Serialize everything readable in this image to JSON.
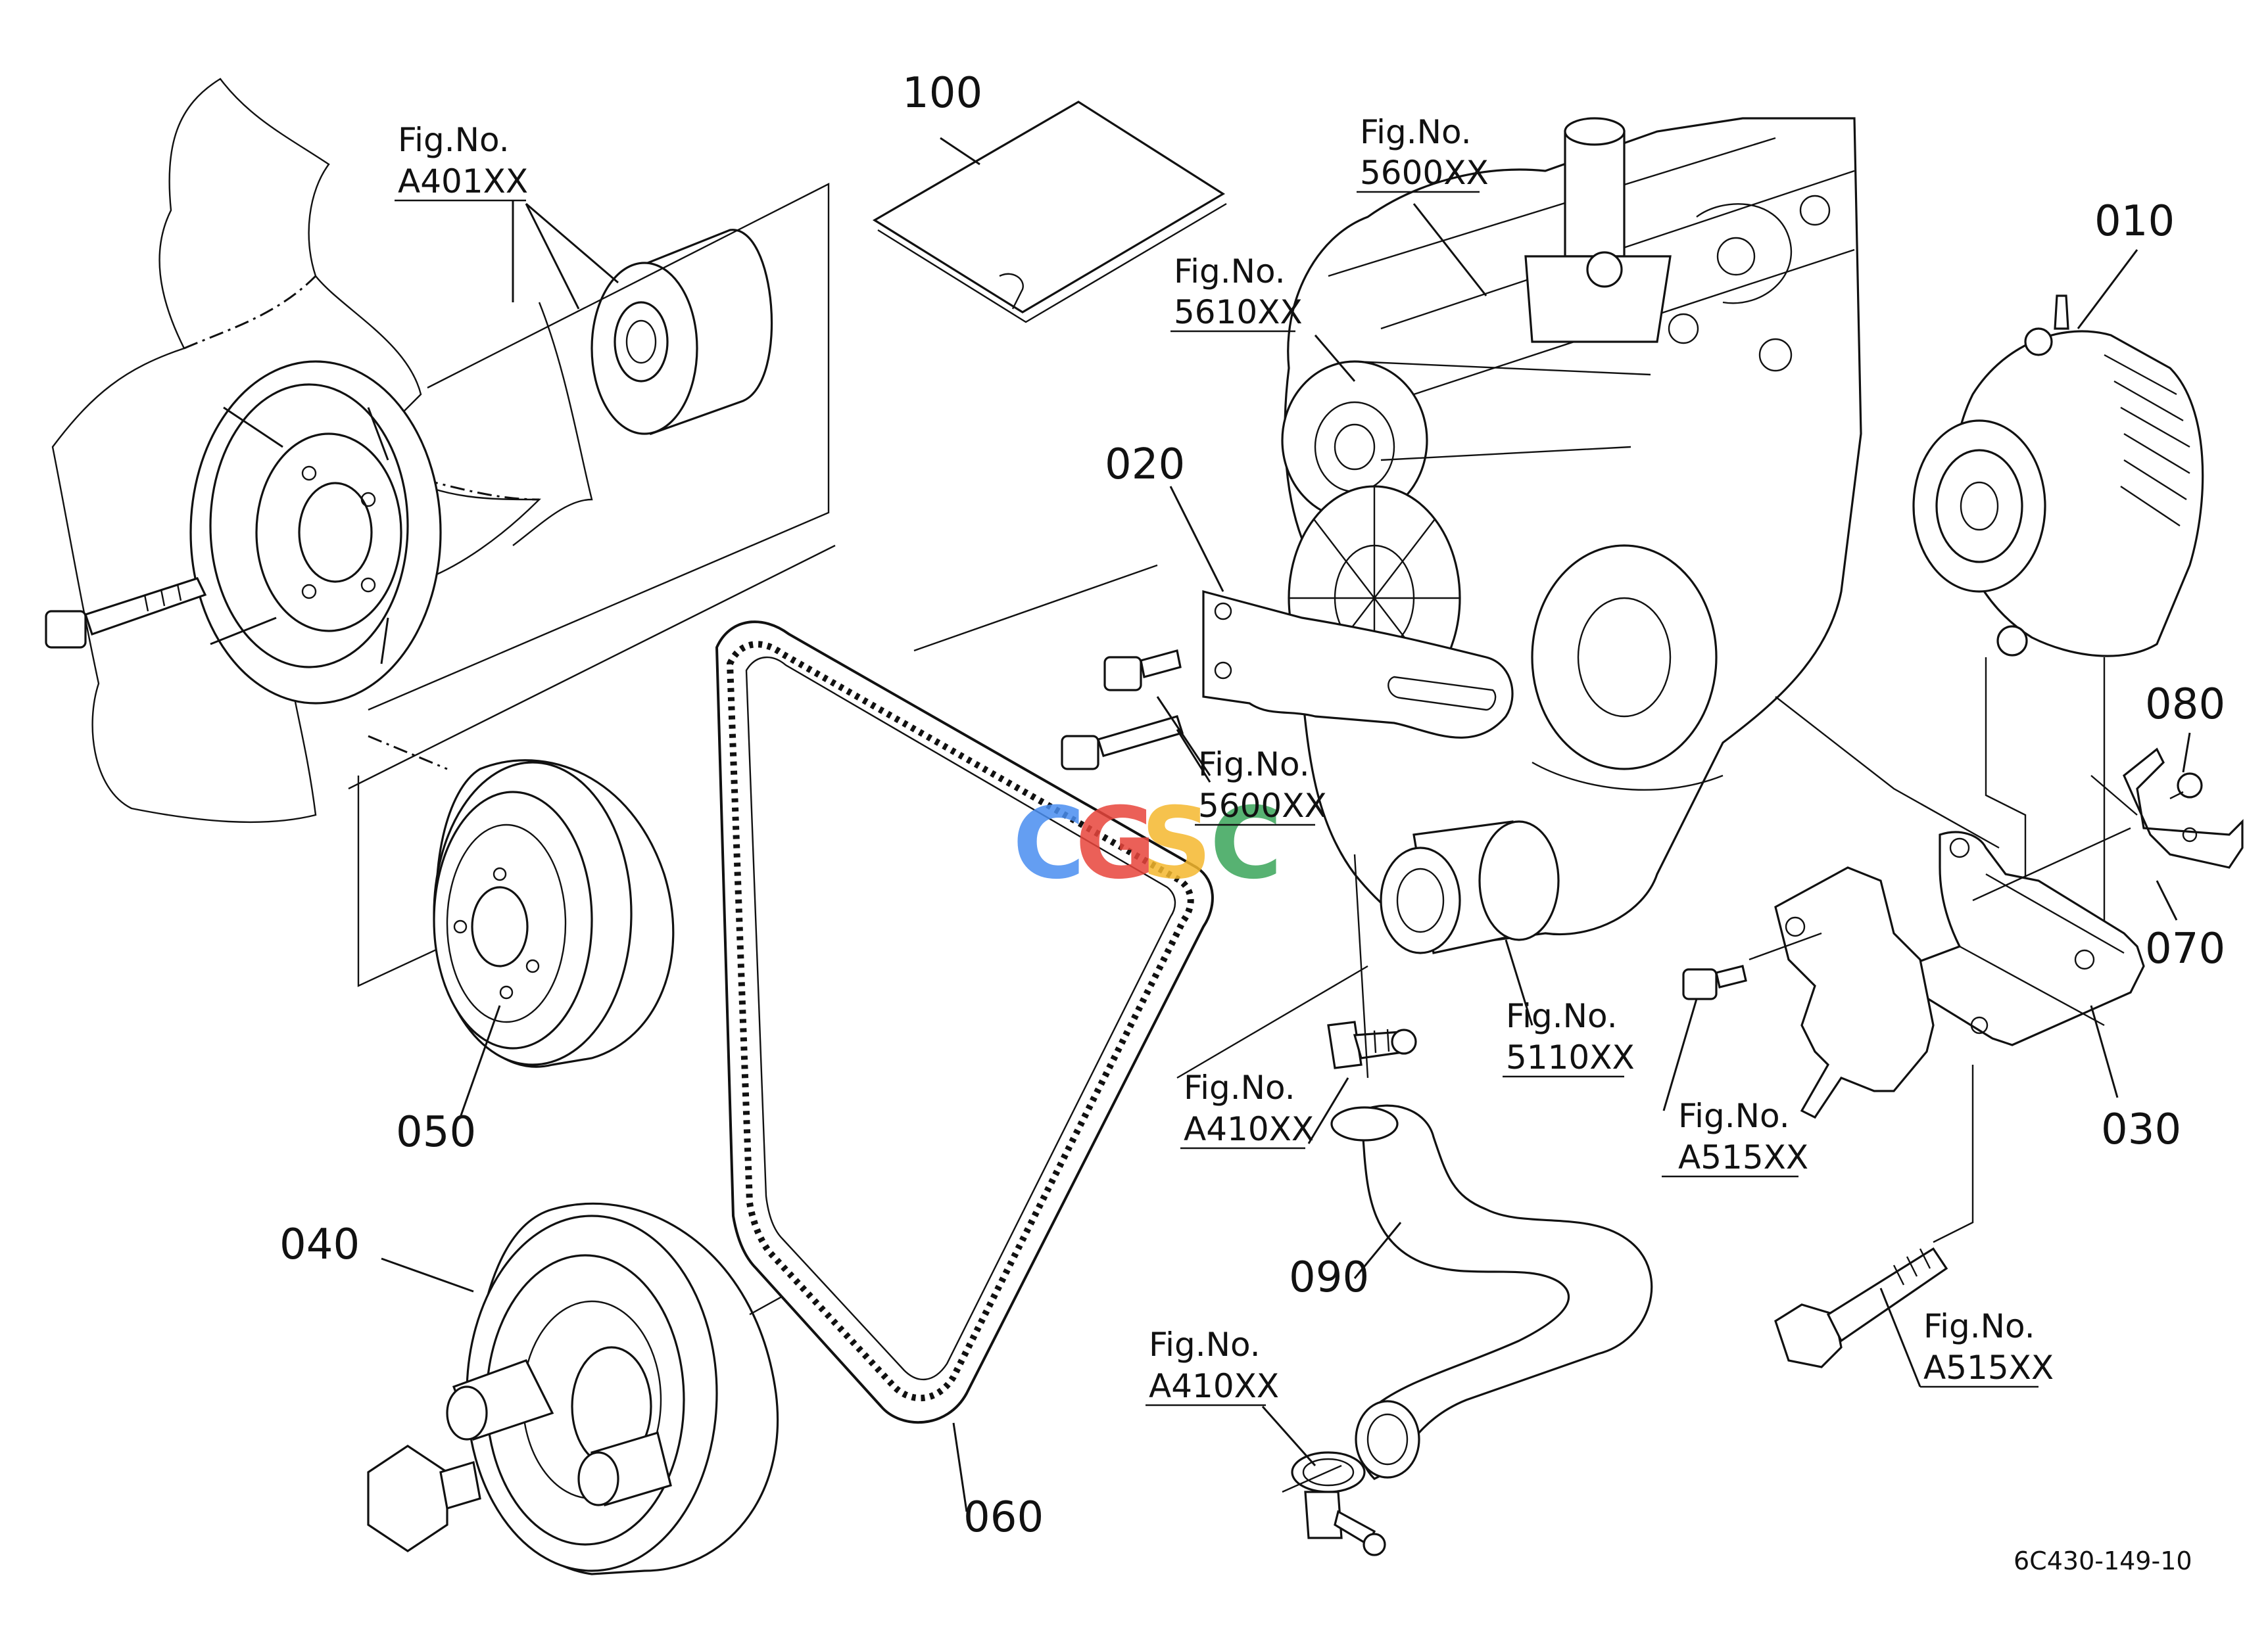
{
  "parts": [
    {
      "id": "p010",
      "label": "010"
    },
    {
      "id": "p020",
      "label": "020"
    },
    {
      "id": "p030",
      "label": "030"
    },
    {
      "id": "p040",
      "label": "040"
    },
    {
      "id": "p050",
      "label": "050"
    },
    {
      "id": "p060",
      "label": "060"
    },
    {
      "id": "p070",
      "label": "070"
    },
    {
      "id": "p080",
      "label": "080"
    },
    {
      "id": "p090",
      "label": "090"
    },
    {
      "id": "p100",
      "label": "100"
    }
  ],
  "fig_prefix": "Fig.No.",
  "fig_refs": {
    "a401": "A401XX",
    "s5600_top": "5600XX",
    "s5610": "5610XX",
    "s5600_mid": "5600XX",
    "a410_mid": "A410XX",
    "s5110": "5110XX",
    "a515_mid": "A515XX",
    "a515_low": "A515XX",
    "a410_low": "A410XX"
  },
  "diagram_code": "6C430-149-10",
  "watermark": {
    "letters": [
      "C",
      "G",
      "S",
      "C"
    ],
    "colors": [
      "#4a8ef0",
      "#e8453c",
      "#f5b82e",
      "#3aa55a"
    ]
  }
}
